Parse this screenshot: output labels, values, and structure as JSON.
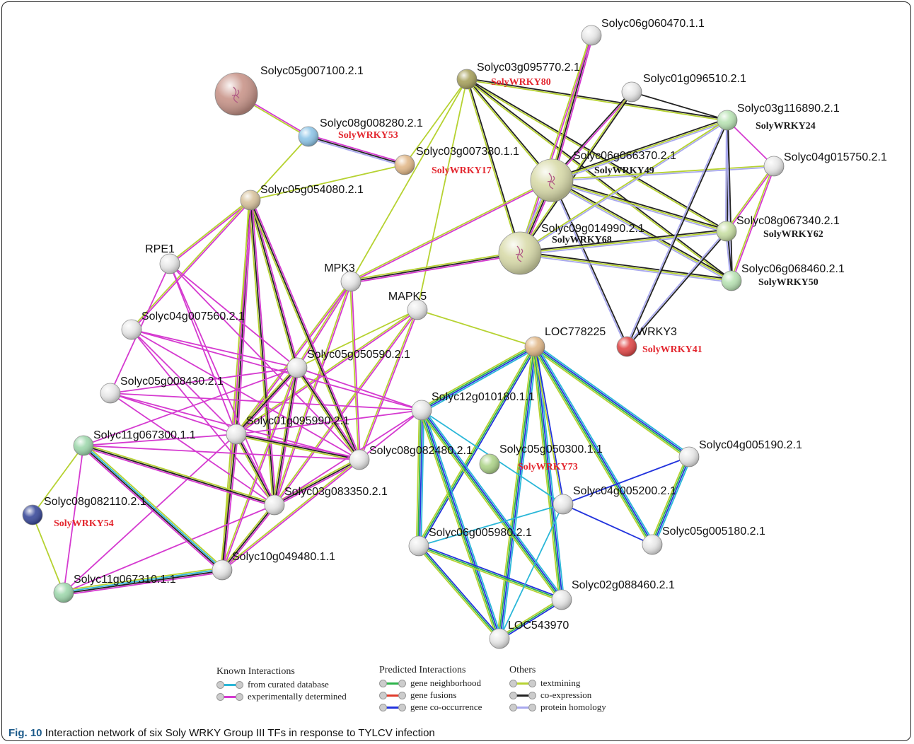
{
  "caption": {
    "fig_label": "Fig. 10",
    "text": "Interaction network of six Soly WRKY Group III TFs in response to TYLCV infection"
  },
  "colors": {
    "curated": "#2ab7d8",
    "experimental": "#d53ad0",
    "neighborhood": "#2db34a",
    "fusion": "#e03b2b",
    "cooccurrence": "#2233dd",
    "textmining": "#b6d231",
    "coexpression": "#222222",
    "homology": "#a8a8ee",
    "wrky_red": "#e3262e",
    "wrky_black": "#1a1a1a"
  },
  "nodes": [
    {
      "id": "n1",
      "label": "Solyc06g060470.1.1",
      "color": "#e8e8e8"
    },
    {
      "id": "n2",
      "label": "Solyc03g095770.2.1",
      "color": "#a8a25e",
      "wrky": "SolyWRKY80",
      "wrky_color": "red"
    },
    {
      "id": "n3",
      "label": "Solyc01g096510.2.1",
      "color": "#e8e8e8"
    },
    {
      "id": "n4",
      "label": "Solyc03g116890.2.1",
      "color": "#b9e3b4",
      "wrky": "SolyWRKY24",
      "wrky_color": "black"
    },
    {
      "id": "n5",
      "label": "Solyc05g007100.2.1",
      "color": "#c9958a"
    },
    {
      "id": "n6",
      "label": "Solyc08g008280.2.1",
      "color": "#8fc6e8",
      "wrky": "SolyWRKY53",
      "wrky_color": "red"
    },
    {
      "id": "n7",
      "label": "Solyc03g007380.1.1",
      "color": "#e2b98a",
      "wrky": "SolyWRKY17",
      "wrky_color": "red"
    },
    {
      "id": "n8",
      "label": "Solyc06g066370.2.1",
      "color": "#d9dbaa",
      "wrky": "SolyWRKY49",
      "wrky_color": "black"
    },
    {
      "id": "n9",
      "label": "Solyc04g015750.2.1",
      "color": "#e8e8e8"
    },
    {
      "id": "n10",
      "label": "Solyc05g054080.2.1",
      "color": "#d8c39e"
    },
    {
      "id": "n11",
      "label": "Solyc08g067340.2.1",
      "color": "#c8dfa4",
      "wrky": "SolyWRKY62",
      "wrky_color": "black"
    },
    {
      "id": "n12",
      "label": "Solyc09g014990.2.1",
      "color": "#d9dbaa",
      "wrky": "SolyWRKY68",
      "wrky_color": "black"
    },
    {
      "id": "n13",
      "label": "RPE1",
      "color": "#e8e8e8"
    },
    {
      "id": "n14",
      "label": "MPK3",
      "color": "#e8e8e8"
    },
    {
      "id": "n15",
      "label": "Solyc06g068460.2.1",
      "color": "#b9e3b4",
      "wrky": "SolyWRKY50",
      "wrky_color": "black"
    },
    {
      "id": "n16",
      "label": "MAPK5",
      "color": "#e8e8e8"
    },
    {
      "id": "n17",
      "label": "Solyc04g007560.2.1",
      "color": "#e8e8e8"
    },
    {
      "id": "n18",
      "label": "LOC778225",
      "color": "#e2b98a"
    },
    {
      "id": "n19",
      "label": "WRKY3",
      "color": "#e04848",
      "wrky": "SolyWRKY41",
      "wrky_color": "red"
    },
    {
      "id": "n20",
      "label": "Solyc05g050590.2.1",
      "color": "#e8e8e8"
    },
    {
      "id": "n21",
      "label": "Solyc05g008430.2.1",
      "color": "#e8e8e8"
    },
    {
      "id": "n22",
      "label": "Solyc12g010180.1.1",
      "color": "#e8e8e8"
    },
    {
      "id": "n23",
      "label": "Solyc01g095990.2.1",
      "color": "#e8e8e8"
    },
    {
      "id": "n24",
      "label": "Solyc11g067300.1.1",
      "color": "#9fd8ad"
    },
    {
      "id": "n25",
      "label": "Solyc08g082480.2.1",
      "color": "#e8e8e8"
    },
    {
      "id": "n26",
      "label": "Solyc05g050300.1.1",
      "color": "#aed48a",
      "wrky": "SolyWRKY73",
      "wrky_color": "red"
    },
    {
      "id": "n27",
      "label": "Solyc04g005190.2.1",
      "color": "#e8e8e8"
    },
    {
      "id": "n28",
      "label": "Solyc04g005200.2.1",
      "color": "#e8e8e8"
    },
    {
      "id": "n29",
      "label": "Solyc08g082110.2.1",
      "color": "#3a4a9a",
      "wrky": "SolyWRKY54",
      "wrky_color": "red"
    },
    {
      "id": "n30",
      "label": "Solyc03g083350.2.1",
      "color": "#e8e8e8"
    },
    {
      "id": "n31",
      "label": "Solyc06g005980.2.1",
      "color": "#e8e8e8"
    },
    {
      "id": "n32",
      "label": "Solyc05g005180.2.1",
      "color": "#e8e8e8"
    },
    {
      "id": "n33",
      "label": "Solyc10g049480.1.1",
      "color": "#e8e8e8"
    },
    {
      "id": "n34",
      "label": "Solyc11g067310.1.1",
      "color": "#9fd8ad"
    },
    {
      "id": "n35",
      "label": "Solyc02g088460.2.1",
      "color": "#e8e8e8"
    },
    {
      "id": "n36",
      "label": "LOC543970",
      "color": "#e8e8e8"
    }
  ],
  "edges": [
    {
      "s": "n5",
      "t": "n6",
      "types": [
        "experimental",
        "textmining"
      ]
    },
    {
      "s": "n6",
      "t": "n7",
      "types": [
        "experimental",
        "coexpression",
        "homology"
      ]
    },
    {
      "s": "n6",
      "t": "n10",
      "types": [
        "textmining"
      ]
    },
    {
      "s": "n10",
      "t": "n7",
      "types": [
        "textmining"
      ]
    },
    {
      "s": "n7",
      "t": "n2",
      "types": [
        "textmining"
      ]
    },
    {
      "s": "n2",
      "t": "n8",
      "types": [
        "coexpression",
        "textmining"
      ]
    },
    {
      "s": "n2",
      "t": "n12",
      "types": [
        "coexpression",
        "textmining"
      ]
    },
    {
      "s": "n2",
      "t": "n4",
      "types": [
        "coexpression",
        "textmining"
      ]
    },
    {
      "s": "n2",
      "t": "n11",
      "types": [
        "coexpression",
        "textmining"
      ]
    },
    {
      "s": "n2",
      "t": "n15",
      "types": [
        "coexpression",
        "textmining"
      ]
    },
    {
      "s": "n2",
      "t": "n16",
      "types": [
        "textmining"
      ]
    },
    {
      "s": "n2",
      "t": "n14",
      "types": [
        "textmining"
      ]
    },
    {
      "s": "n1",
      "t": "n8",
      "types": [
        "experimental",
        "coexpression",
        "textmining"
      ]
    },
    {
      "s": "n1",
      "t": "n12",
      "types": [
        "experimental",
        "textmining"
      ]
    },
    {
      "s": "n3",
      "t": "n8",
      "types": [
        "experimental",
        "coexpression"
      ]
    },
    {
      "s": "n3",
      "t": "n12",
      "types": [
        "coexpression",
        "textmining"
      ]
    },
    {
      "s": "n8",
      "t": "n12",
      "types": [
        "experimental",
        "coexpression",
        "textmining",
        "homology"
      ]
    },
    {
      "s": "n8",
      "t": "n4",
      "types": [
        "coexpression",
        "textmining",
        "homology"
      ]
    },
    {
      "s": "n8",
      "t": "n11",
      "types": [
        "coexpression",
        "textmining",
        "homology"
      ]
    },
    {
      "s": "n8",
      "t": "n15",
      "types": [
        "coexpression",
        "textmining",
        "homology"
      ]
    },
    {
      "s": "n8",
      "t": "n9",
      "types": [
        "textmining",
        "homology"
      ]
    },
    {
      "s": "n8",
      "t": "n14",
      "types": [
        "experimental",
        "textmining"
      ]
    },
    {
      "s": "n8",
      "t": "n19",
      "types": [
        "coexpression",
        "homology"
      ]
    },
    {
      "s": "n12",
      "t": "n4",
      "types": [
        "textmining",
        "homology"
      ]
    },
    {
      "s": "n12",
      "t": "n11",
      "types": [
        "coexpression",
        "textmining",
        "homology"
      ]
    },
    {
      "s": "n12",
      "t": "n15",
      "types": [
        "coexpression",
        "textmining",
        "homology"
      ]
    },
    {
      "s": "n12",
      "t": "n14",
      "types": [
        "experimental",
        "coexpression",
        "textmining"
      ]
    },
    {
      "s": "n4",
      "t": "n9",
      "types": [
        "experimental"
      ]
    },
    {
      "s": "n4",
      "t": "n11",
      "types": [
        "coexpression",
        "homology"
      ]
    },
    {
      "s": "n4",
      "t": "n15",
      "types": [
        "coexpression",
        "homology"
      ]
    },
    {
      "s": "n4",
      "t": "n19",
      "types": [
        "coexpression",
        "homology"
      ]
    },
    {
      "s": "n9",
      "t": "n11",
      "types": [
        "experimental",
        "textmining"
      ]
    },
    {
      "s": "n9",
      "t": "n15",
      "types": [
        "experimental",
        "textmining"
      ]
    },
    {
      "s": "n11",
      "t": "n15",
      "types": [
        "coexpression",
        "homology"
      ]
    },
    {
      "s": "n11",
      "t": "n19",
      "types": [
        "coexpression",
        "homology"
      ]
    },
    {
      "s": "n3",
      "t": "n4",
      "types": [
        "coexpression"
      ]
    },
    {
      "s": "n16",
      "t": "n18",
      "types": [
        "textmining"
      ]
    },
    {
      "s": "n16",
      "t": "n20",
      "types": [
        "textmining"
      ]
    },
    {
      "s": "n16",
      "t": "n25",
      "types": [
        "experimental",
        "textmining"
      ]
    },
    {
      "s": "n16",
      "t": "n23",
      "types": [
        "experimental",
        "textmining"
      ]
    },
    {
      "s": "n16",
      "t": "n30",
      "types": [
        "experimental",
        "textmining"
      ]
    },
    {
      "s": "n14",
      "t": "n20",
      "types": [
        "experimental",
        "textmining"
      ]
    },
    {
      "s": "n14",
      "t": "n23",
      "types": [
        "experimental",
        "textmining"
      ]
    },
    {
      "s": "n14",
      "t": "n25",
      "types": [
        "experimental",
        "textmining"
      ]
    },
    {
      "s": "n14",
      "t": "n30",
      "types": [
        "experimental",
        "textmining"
      ]
    },
    {
      "s": "n10",
      "t": "n13",
      "types": [
        "experimental",
        "textmining"
      ]
    },
    {
      "s": "n10",
      "t": "n17",
      "types": [
        "experimental",
        "textmining"
      ]
    },
    {
      "s": "n10",
      "t": "n20",
      "types": [
        "experimental",
        "coexpression",
        "textmining"
      ]
    },
    {
      "s": "n10",
      "t": "n23",
      "types": [
        "experimental",
        "coexpression",
        "textmining"
      ]
    },
    {
      "s": "n10",
      "t": "n25",
      "types": [
        "experimental",
        "coexpression",
        "textmining"
      ]
    },
    {
      "s": "n10",
      "t": "n30",
      "types": [
        "experimental",
        "coexpression",
        "textmining"
      ]
    },
    {
      "s": "n10",
      "t": "n33",
      "types": [
        "experimental",
        "textmining"
      ]
    },
    {
      "s": "n13",
      "t": "n20",
      "types": [
        "experimental"
      ]
    },
    {
      "s": "n13",
      "t": "n23",
      "types": [
        "experimental"
      ]
    },
    {
      "s": "n13",
      "t": "n25",
      "types": [
        "experimental"
      ]
    },
    {
      "s": "n13",
      "t": "n30",
      "types": [
        "experimental"
      ]
    },
    {
      "s": "n13",
      "t": "n21",
      "types": [
        "experimental"
      ]
    },
    {
      "s": "n17",
      "t": "n20",
      "types": [
        "experimental"
      ]
    },
    {
      "s": "n17",
      "t": "n23",
      "types": [
        "experimental"
      ]
    },
    {
      "s": "n17",
      "t": "n25",
      "types": [
        "experimental"
      ]
    },
    {
      "s": "n17",
      "t": "n30",
      "types": [
        "experimental"
      ]
    },
    {
      "s": "n17",
      "t": "n22",
      "types": [
        "experimental"
      ]
    },
    {
      "s": "n21",
      "t": "n20",
      "types": [
        "experimental"
      ]
    },
    {
      "s": "n21",
      "t": "n23",
      "types": [
        "experimental"
      ]
    },
    {
      "s": "n21",
      "t": "n25",
      "types": [
        "experimental"
      ]
    },
    {
      "s": "n21",
      "t": "n30",
      "types": [
        "experimental"
      ]
    },
    {
      "s": "n21",
      "t": "n22",
      "types": [
        "experimental"
      ]
    },
    {
      "s": "n20",
      "t": "n23",
      "types": [
        "experimental",
        "coexpression",
        "textmining"
      ]
    },
    {
      "s": "n20",
      "t": "n25",
      "types": [
        "experimental",
        "coexpression",
        "textmining"
      ]
    },
    {
      "s": "n20",
      "t": "n30",
      "types": [
        "experimental",
        "coexpression",
        "textmining"
      ]
    },
    {
      "s": "n20",
      "t": "n33",
      "types": [
        "experimental",
        "textmining"
      ]
    },
    {
      "s": "n20",
      "t": "n24",
      "types": [
        "experimental"
      ]
    },
    {
      "s": "n20",
      "t": "n22",
      "types": [
        "experimental"
      ]
    },
    {
      "s": "n23",
      "t": "n25",
      "types": [
        "experimental",
        "coexpression",
        "textmining"
      ]
    },
    {
      "s": "n23",
      "t": "n30",
      "types": [
        "experimental",
        "coexpression",
        "textmining"
      ]
    },
    {
      "s": "n23",
      "t": "n33",
      "types": [
        "experimental",
        "coexpression",
        "textmining"
      ]
    },
    {
      "s": "n23",
      "t": "n24",
      "types": [
        "experimental"
      ]
    },
    {
      "s": "n23",
      "t": "n34",
      "types": [
        "experimental"
      ]
    },
    {
      "s": "n23",
      "t": "n22",
      "types": [
        "experimental"
      ]
    },
    {
      "s": "n25",
      "t": "n30",
      "types": [
        "experimental",
        "coexpression",
        "textmining"
      ]
    },
    {
      "s": "n25",
      "t": "n33",
      "types": [
        "experimental",
        "textmining"
      ]
    },
    {
      "s": "n25",
      "t": "n24",
      "types": [
        "experimental"
      ]
    },
    {
      "s": "n25",
      "t": "n22",
      "types": [
        "experimental"
      ]
    },
    {
      "s": "n30",
      "t": "n33",
      "types": [
        "experimental",
        "coexpression",
        "textmining"
      ]
    },
    {
      "s": "n30",
      "t": "n24",
      "types": [
        "experimental",
        "coexpression",
        "textmining"
      ]
    },
    {
      "s": "n30",
      "t": "n34",
      "types": [
        "experimental"
      ]
    },
    {
      "s": "n30",
      "t": "n22",
      "types": [
        "experimental"
      ]
    },
    {
      "s": "n33",
      "t": "n24",
      "types": [
        "experimental",
        "coexpression",
        "curated",
        "textmining"
      ]
    },
    {
      "s": "n33",
      "t": "n34",
      "types": [
        "experimental",
        "coexpression",
        "curated",
        "textmining"
      ]
    },
    {
      "s": "n24",
      "t": "n34",
      "types": [
        "experimental"
      ]
    },
    {
      "s": "n24",
      "t": "n29",
      "types": [
        "textmining"
      ]
    },
    {
      "s": "n29",
      "t": "n34",
      "types": [
        "textmining"
      ]
    },
    {
      "s": "n18",
      "t": "n22",
      "types": [
        "curated",
        "cooccurrence",
        "neighborhood",
        "textmining"
      ]
    },
    {
      "s": "n18",
      "t": "n31",
      "types": [
        "cooccurrence",
        "neighborhood",
        "textmining"
      ]
    },
    {
      "s": "n18",
      "t": "n36",
      "types": [
        "curated",
        "cooccurrence",
        "neighborhood",
        "textmining"
      ]
    },
    {
      "s": "n18",
      "t": "n35",
      "types": [
        "curated",
        "cooccurrence",
        "neighborhood",
        "textmining"
      ]
    },
    {
      "s": "n18",
      "t": "n28",
      "types": [
        "cooccurrence",
        "textmining"
      ]
    },
    {
      "s": "n18",
      "t": "n27",
      "types": [
        "curated",
        "cooccurrence",
        "neighborhood",
        "textmining"
      ]
    },
    {
      "s": "n18",
      "t": "n32",
      "types": [
        "curated",
        "cooccurrence",
        "neighborhood",
        "textmining"
      ]
    },
    {
      "s": "n22",
      "t": "n31",
      "types": [
        "curated",
        "cooccurrence",
        "neighborhood",
        "textmining"
      ]
    },
    {
      "s": "n22",
      "t": "n36",
      "types": [
        "curated",
        "cooccurrence",
        "neighborhood",
        "textmining"
      ]
    },
    {
      "s": "n22",
      "t": "n35",
      "types": [
        "curated",
        "cooccurrence",
        "neighborhood",
        "textmining"
      ]
    },
    {
      "s": "n22",
      "t": "n28",
      "types": [
        "curated"
      ]
    },
    {
      "s": "n31",
      "t": "n36",
      "types": [
        "cooccurrence",
        "neighborhood",
        "textmining"
      ]
    },
    {
      "s": "n31",
      "t": "n28",
      "types": [
        "curated"
      ]
    },
    {
      "s": "n31",
      "t": "n35",
      "types": [
        "cooccurrence",
        "neighborhood",
        "textmining"
      ]
    },
    {
      "s": "n28",
      "t": "n27",
      "types": [
        "cooccurrence"
      ]
    },
    {
      "s": "n28",
      "t": "n32",
      "types": [
        "cooccurrence"
      ]
    },
    {
      "s": "n28",
      "t": "n36",
      "types": [
        "curated"
      ]
    },
    {
      "s": "n27",
      "t": "n32",
      "types": [
        "curated",
        "cooccurrence",
        "neighborhood",
        "textmining"
      ]
    },
    {
      "s": "n35",
      "t": "n36",
      "types": [
        "cooccurrence",
        "neighborhood",
        "textmining"
      ]
    }
  ],
  "legend": [
    {
      "heading": "Known Interactions",
      "items": [
        {
          "label": "from curated database",
          "type": "curated"
        },
        {
          "label": "experimentally determined",
          "type": "experimental"
        }
      ]
    },
    {
      "heading": "Predicted Interactions",
      "items": [
        {
          "label": "gene neighborhood",
          "type": "neighborhood"
        },
        {
          "label": "gene fusions",
          "type": "fusion"
        },
        {
          "label": "gene co-occurrence",
          "type": "cooccurrence"
        }
      ]
    },
    {
      "heading": "Others",
      "items": [
        {
          "label": "textmining",
          "type": "textmining"
        },
        {
          "label": "co-expression",
          "type": "coexpression"
        },
        {
          "label": "protein homology",
          "type": "homology"
        }
      ]
    }
  ]
}
